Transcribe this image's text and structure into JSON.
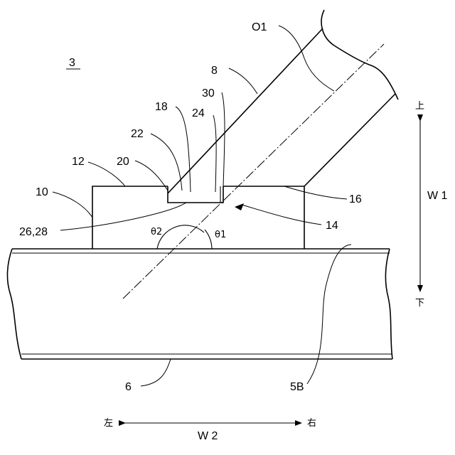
{
  "labels": {
    "fig": "3",
    "axis": "O1",
    "p8": "8",
    "p30": "30",
    "p18": "18",
    "p24": "24",
    "p22": "22",
    "p12": "12",
    "p20": "20",
    "p10": "10",
    "p16": "16",
    "p14": "14",
    "p2628": "26,28",
    "theta2": "θ2",
    "theta1": "θ1",
    "p6": "6",
    "p5b": "5B"
  },
  "directions": {
    "up": "上",
    "down": "下",
    "left": "左",
    "right": "右",
    "w1": "W 1",
    "w2": "W 2"
  }
}
